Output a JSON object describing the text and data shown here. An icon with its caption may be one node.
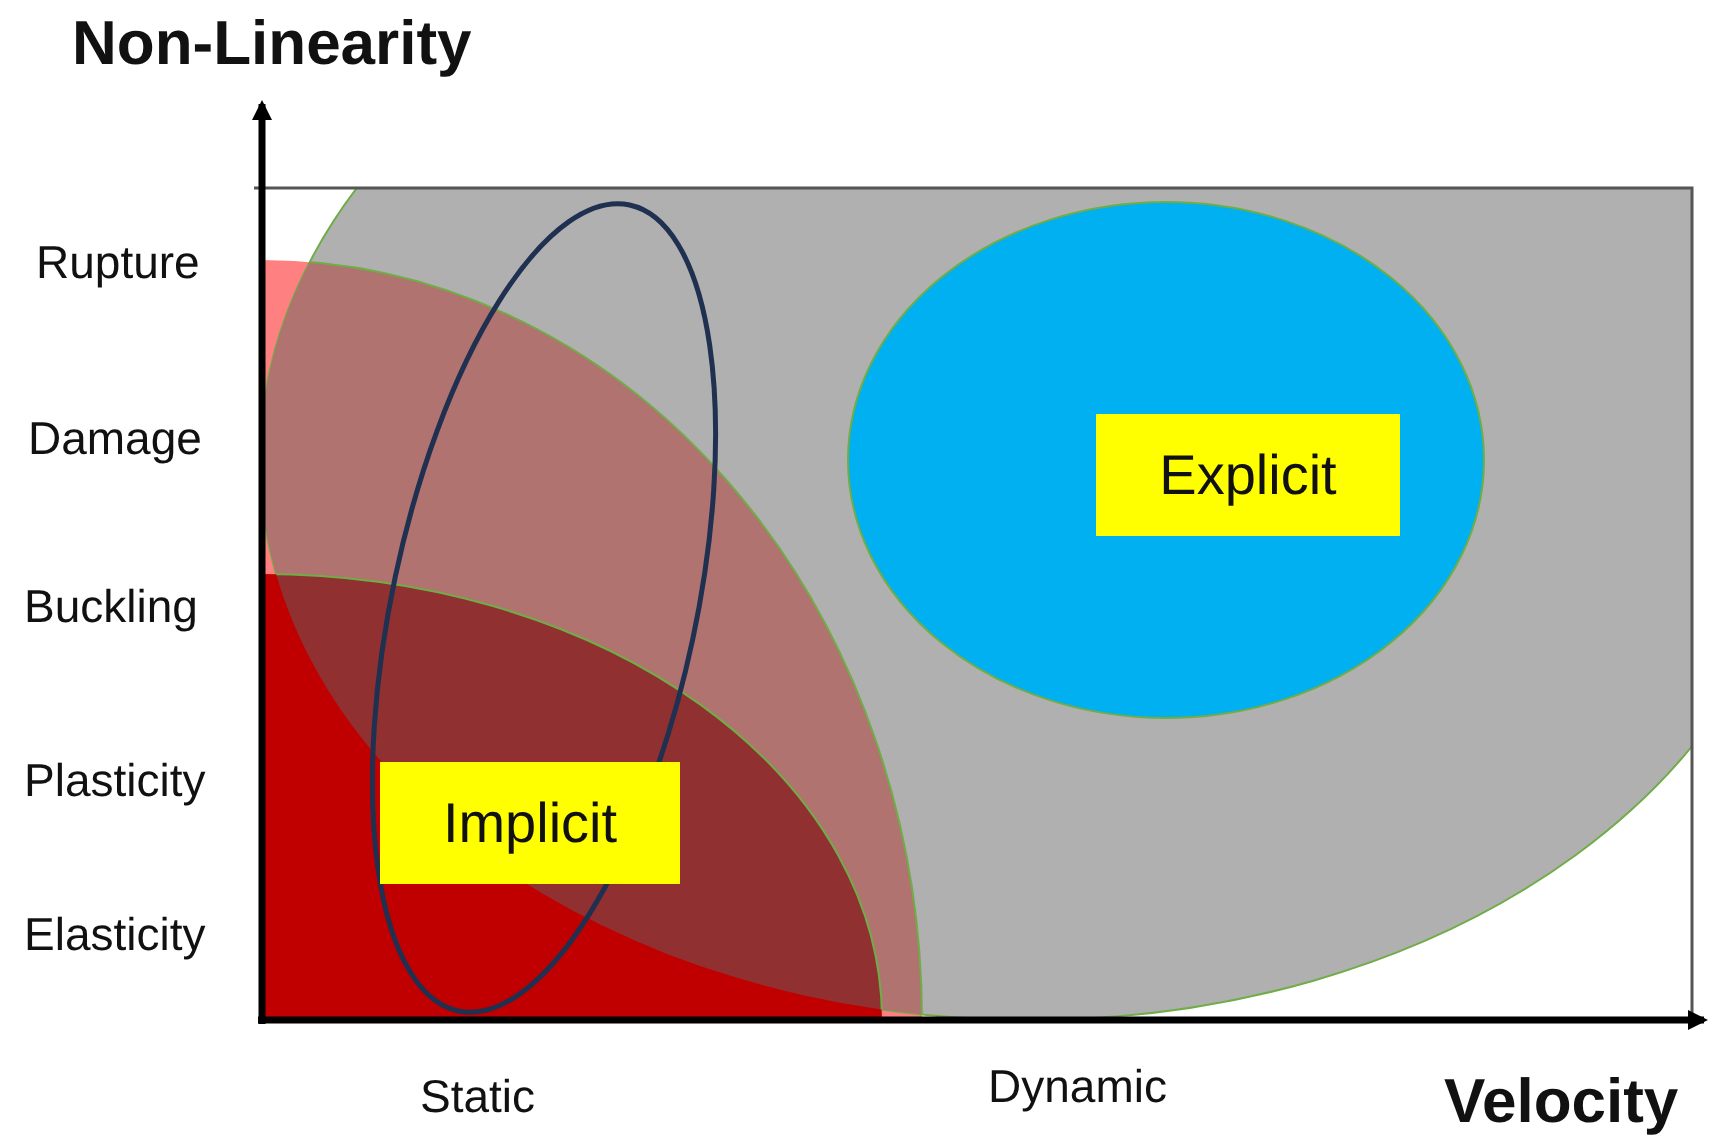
{
  "diagram": {
    "nodes": [
      {
        "text": [
          "Implicit"
        ]
      },
      {
        "text": [
          "Explicit"
        ]
      }
    ],
    "labels": [
      "Non-Linearity",
      "Rupture",
      "Damage",
      "Buckling",
      "Plasticity",
      "Elasticity",
      "Static",
      "Dynamic",
      "Velocity"
    ]
  }
}
